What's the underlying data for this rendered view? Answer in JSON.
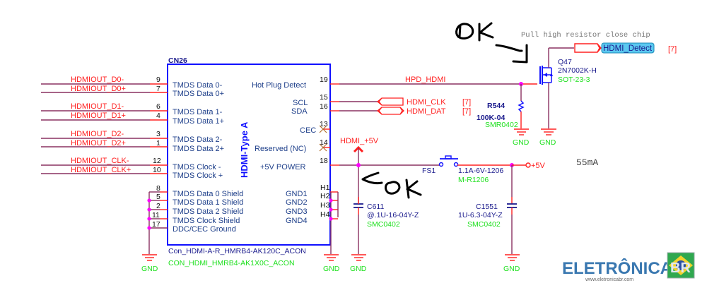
{
  "connector": {
    "refdes": "CN26",
    "type_label": "HDMI-Type A",
    "part_name": "Con_HDMI-A-R_HMRB4-AK120C_ACON",
    "footprint": "CON_HDMI_HMRB4-AK1X0C_ACON",
    "left_pins": [
      {
        "num": "9",
        "name": "TMDS Data 0-",
        "net": "HDMIOUT_D0-"
      },
      {
        "num": "7",
        "name": "TMDS Data 0+",
        "net": "HDMIOUT_D0+"
      },
      {
        "num": "6",
        "name": "TMDS Data 1-",
        "net": "HDMIOUT_D1-"
      },
      {
        "num": "4",
        "name": "TMDS Data 1+",
        "net": "HDMIOUT_D1+"
      },
      {
        "num": "3",
        "name": "TMDS Data 2-",
        "net": "HDMIOUT_D2-"
      },
      {
        "num": "1",
        "name": "TMDS Data 2+",
        "net": "HDMIOUT_D2+"
      },
      {
        "num": "12",
        "name": "TMDS Clock -",
        "net": "HDMIOUT_CLK-"
      },
      {
        "num": "10",
        "name": "TMDS Clock +",
        "net": "HDMIOUT_CLK+"
      }
    ],
    "shield_pins": [
      {
        "num": "8",
        "name": "TMDS Data 0 Shield"
      },
      {
        "num": "5",
        "name": "TMDS Data 1 Shield"
      },
      {
        "num": "2",
        "name": "TMDS Data 2 Shield"
      },
      {
        "num": "11",
        "name": "TMDS Clock Shield"
      },
      {
        "num": "17",
        "name": "DDC/CEC Ground"
      }
    ],
    "right_pins": [
      {
        "num": "19",
        "name": "Hot Plug Detect"
      },
      {
        "num": "15",
        "name": "SCL"
      },
      {
        "num": "16",
        "name": "SDA"
      },
      {
        "num": "13",
        "name": "CEC"
      },
      {
        "num": "14",
        "name": "Reserved (NC)"
      },
      {
        "num": "18",
        "name": "+5V POWER"
      }
    ],
    "gnd_pins": [
      {
        "num": "H1",
        "name": "GND1"
      },
      {
        "num": "H2",
        "name": "GND2"
      },
      {
        "num": "H3",
        "name": "GND3"
      },
      {
        "num": "H4",
        "name": "GND4"
      }
    ]
  },
  "nets": {
    "hpd": "HPD_HDMI",
    "scl": "HDMI_CLK",
    "sda": "HDMI_DAT",
    "scl_ref": "[7]",
    "sda_ref": "[7]",
    "hdmi_5v": "HDMI_+5V",
    "vcc": "+5V",
    "detect": "HDMI_Detect",
    "detect_ref": "[7]",
    "gnd": "GND"
  },
  "components": {
    "q47": {
      "ref": "Q47",
      "value": "2N7002K-H",
      "package": "SOT-23-3"
    },
    "r544": {
      "ref": "R544",
      "value": "100K-04",
      "package": "SMR0402"
    },
    "fs1": {
      "ref": "FS1",
      "value": "1.1A-6V-1206",
      "package": "M-R1206"
    },
    "c611": {
      "ref": "C611",
      "value": "@.1U-16-04Y-Z",
      "package": "SMC0402"
    },
    "c1551": {
      "ref": "C1551",
      "value": "1U-6.3-04Y-Z",
      "package": "SMC0402"
    }
  },
  "notes": {
    "pullup": "Pull high resistor close chip",
    "current": "55mA",
    "handwritten_1": "OK",
    "handwritten_2": "OK"
  },
  "watermark": {
    "brand": "ELETRÔNICA",
    "brand_suffix": "BR",
    "url": "www.eletronicabr.com"
  },
  "colors": {
    "net_label": "#ff2020",
    "wire": "#8a3060",
    "component": "#1a1a8c",
    "package": "#20e020",
    "junction": "#ff00ff",
    "connector_box": "#1010ff",
    "detect_fill": "#5bc8f0"
  }
}
